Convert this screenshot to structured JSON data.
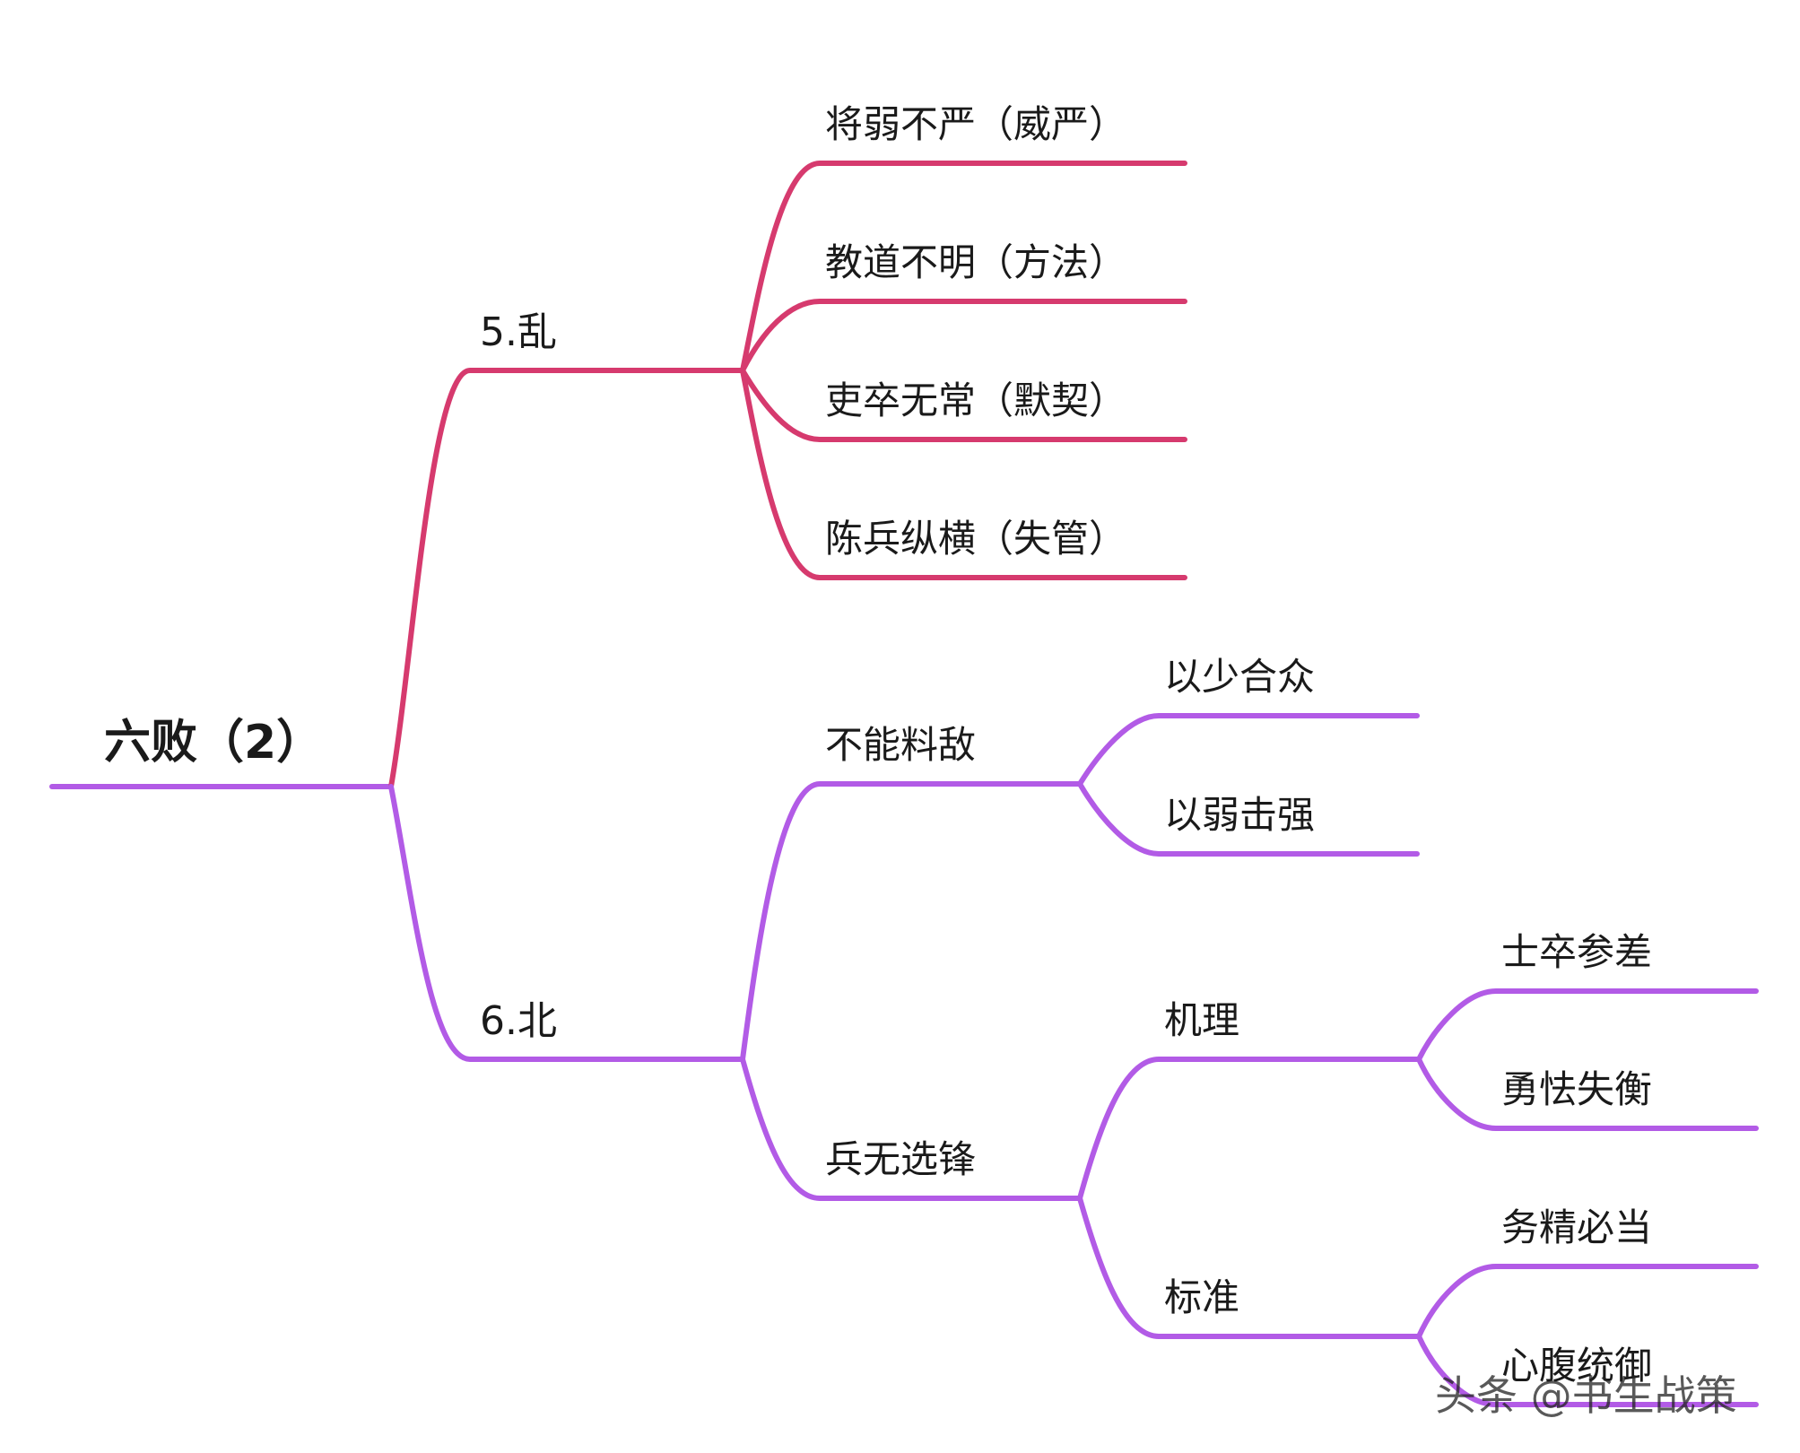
{
  "colors": {
    "red_branch": "#d63a6e",
    "purple_branch": "#b25be6",
    "text": "#1a1a1a"
  },
  "root": {
    "label": "六败（2）"
  },
  "branches": {
    "luan": {
      "label": "5.乱",
      "children": [
        "将弱不严（威严）",
        "教道不明（方法）",
        "吏卒无常（默契）",
        "陈兵纵横（失管）"
      ]
    },
    "bei": {
      "label": "6.北",
      "buneng": {
        "label": "不能料敌",
        "children": [
          "以少合众",
          "以弱击强"
        ]
      },
      "bingwu": {
        "label": "兵无选锋",
        "jili": {
          "label": "机理",
          "children": [
            "士卒参差",
            "勇怯失衡"
          ]
        },
        "biaozhun": {
          "label": "标准",
          "children": [
            "务精必当",
            "心腹统御"
          ]
        }
      }
    }
  },
  "watermark": "头条 @书生战策"
}
